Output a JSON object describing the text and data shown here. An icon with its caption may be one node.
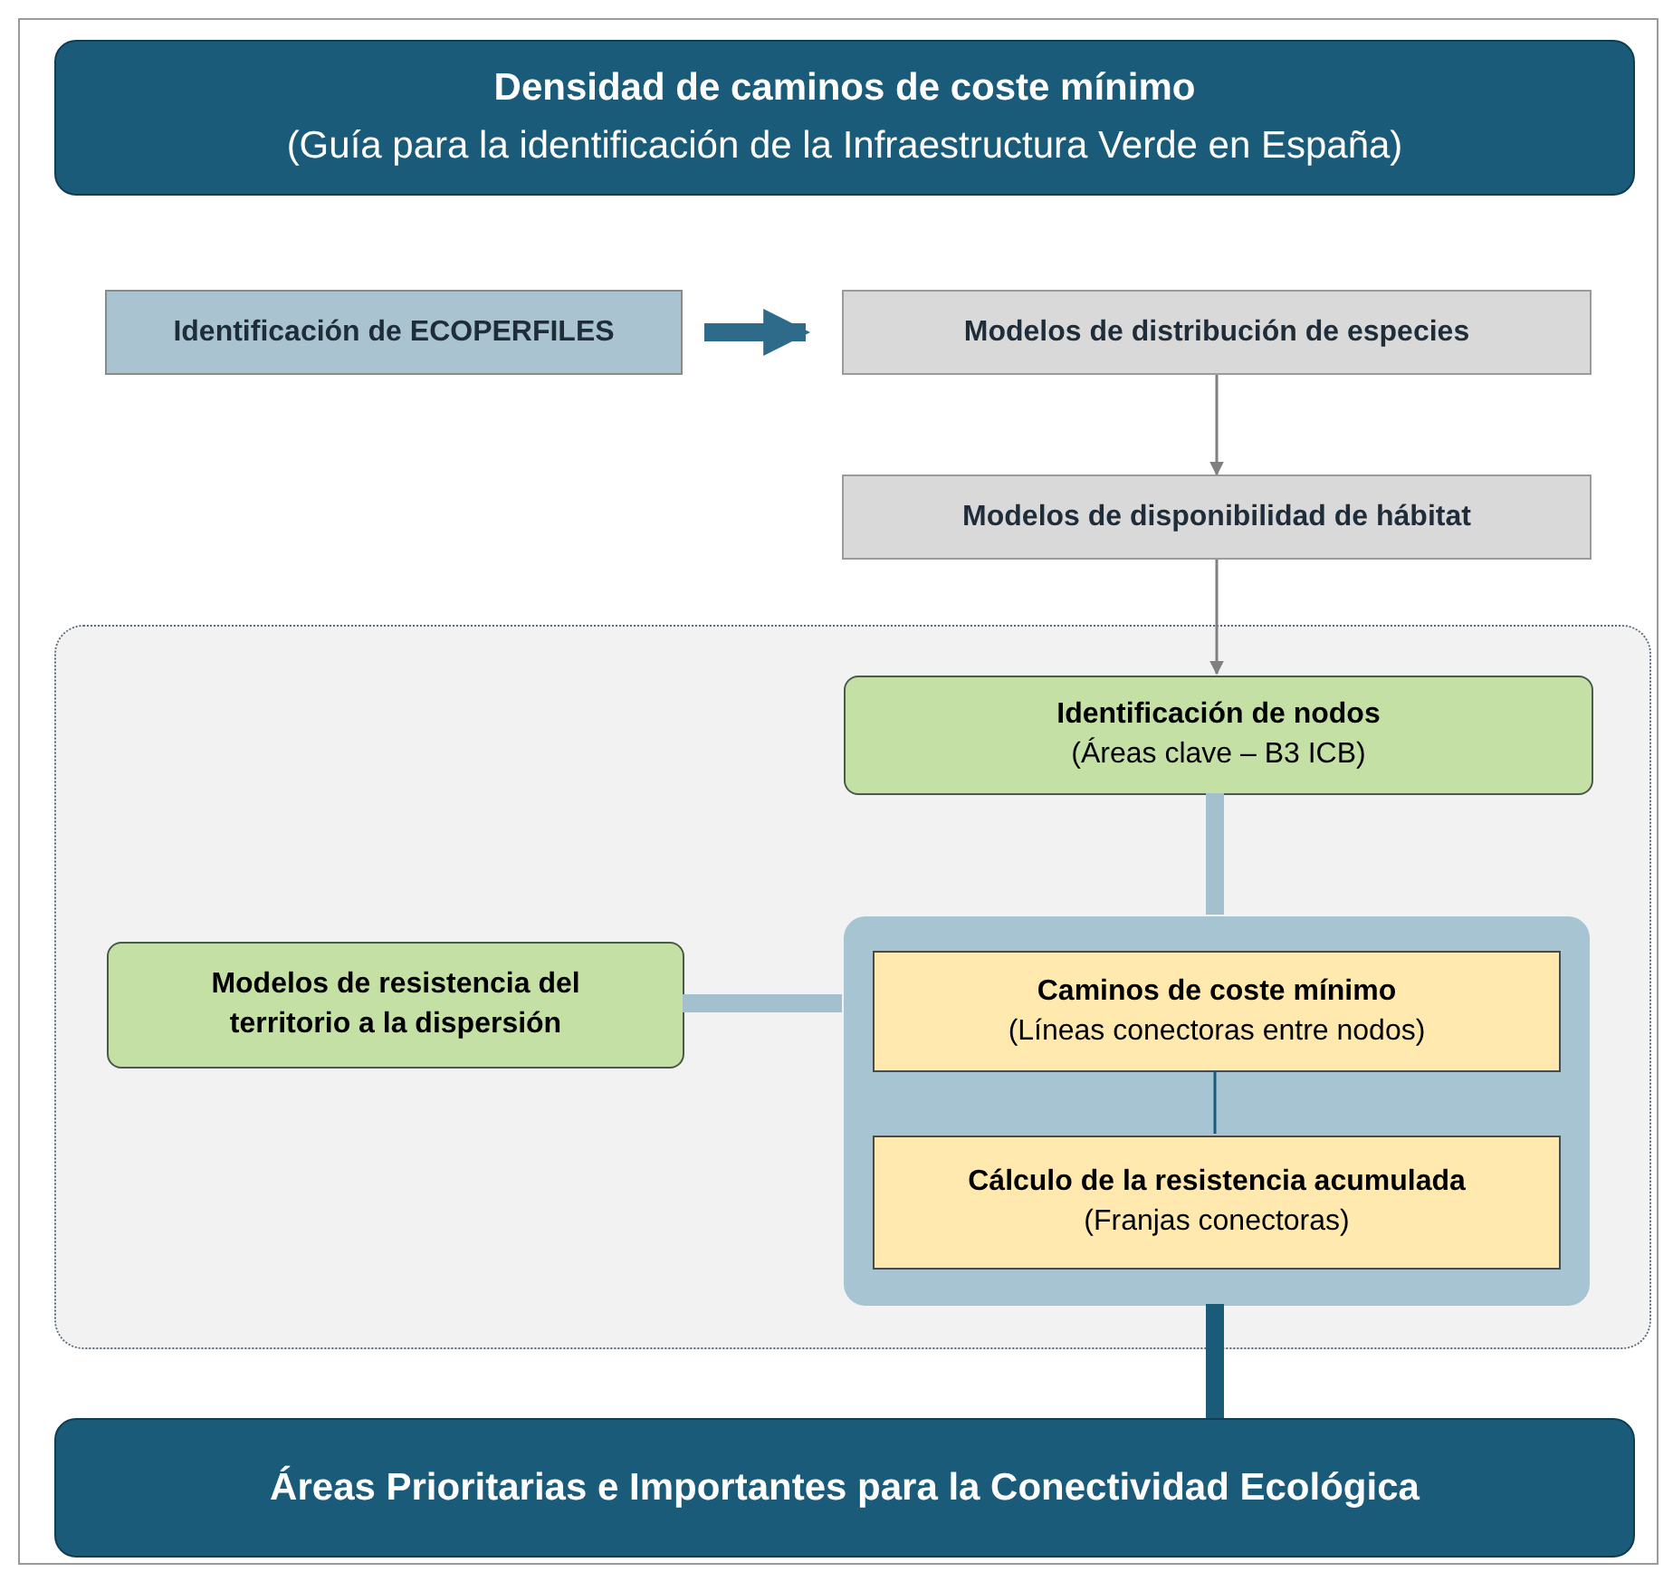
{
  "diagram": {
    "nodes": [
      {
        "text": [
          "Densidad de caminos de coste mínimo",
          "(Guía para la identificación de la Infraestructura Verde en España)"
        ]
      },
      {
        "text": [
          "Identificación de ECOPERFILES"
        ]
      },
      {
        "text": [
          "Modelos de distribución de especies"
        ]
      },
      {
        "text": [
          "Modelos de disponibilidad de hábitat"
        ]
      },
      {
        "text": [],
        "shape": "box"
      },
      {
        "text": [
          "Identificación de nodos",
          "(Áreas clave – B3 ICB)"
        ],
        "in": 4
      },
      {
        "text": [],
        "shape": "box",
        "in": 4
      },
      {
        "text": [
          "Caminos de coste mínimo",
          "(Líneas conectoras entre nodos)"
        ],
        "in": 6
      },
      {
        "text": [
          "Cálculo de la resistencia acumulada",
          "(Franjas conectoras)"
        ],
        "in": 6
      },
      {
        "text": [
          "Modelos de resistencia del territorio a la dispersión"
        ],
        "in": 4
      },
      {
        "text": [
          "Áreas Prioritarias e Importantes para la Conectividad Ecológica"
        ]
      }
    ],
    "edges": [
      {
        "from": 1,
        "to": 2,
        "arrow": "to",
        "color": "#2e6b8a"
      },
      {
        "from": 2,
        "to": 3,
        "arrow": "to",
        "color": "#808080"
      },
      {
        "from": 3,
        "to": 5,
        "arrow": "to",
        "color": "#808080"
      },
      {
        "from": 5,
        "to": 6,
        "arrow": "none",
        "color": "#a3c0cf"
      },
      {
        "from": 9,
        "to": 6,
        "arrow": "none",
        "color": "#a3c0cf"
      },
      {
        "from": 7,
        "to": 8,
        "arrow": "none",
        "color": "#1a5b7a"
      },
      {
        "from": 6,
        "to": 10,
        "arrow": "none",
        "color": "#1a5b7a"
      }
    ]
  }
}
